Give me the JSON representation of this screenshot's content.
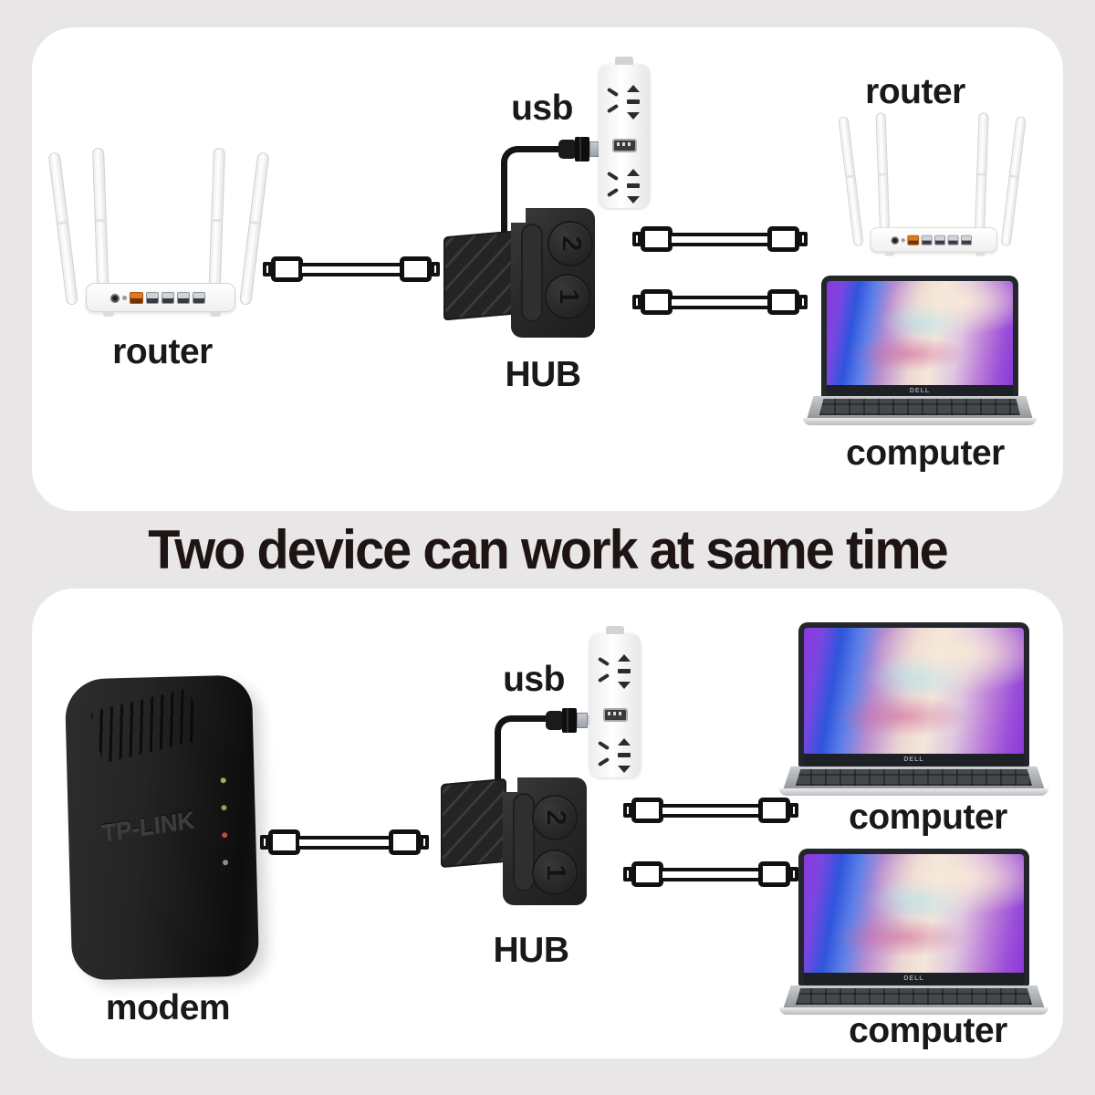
{
  "title": {
    "text": "Two device can work at same time"
  },
  "top_panel": {
    "router_left": {
      "label": "router"
    },
    "usb": {
      "label": "usb"
    },
    "hub": {
      "label": "HUB",
      "port_top": "2",
      "port_bottom": "1"
    },
    "router_right": {
      "label": "router"
    },
    "computer": {
      "label": "computer"
    }
  },
  "bottom_panel": {
    "modem": {
      "label": "modem",
      "brand": "TP-LINK"
    },
    "usb": {
      "label": "usb"
    },
    "hub": {
      "label": "HUB",
      "port_top": "2",
      "port_bottom": "1"
    },
    "computer1": {
      "label": "computer"
    },
    "computer2": {
      "label": "computer"
    }
  },
  "laptop": {
    "brand": "DELL"
  },
  "colors": {
    "background": "#e8e6e6",
    "panel": "#ffffff",
    "title_text": "#1e1414",
    "label_text": "#191919",
    "wan_port_orange": "#e07820",
    "hub_body": "#262626",
    "led_green": "#97b06d",
    "led_red": "#c24b3a"
  }
}
